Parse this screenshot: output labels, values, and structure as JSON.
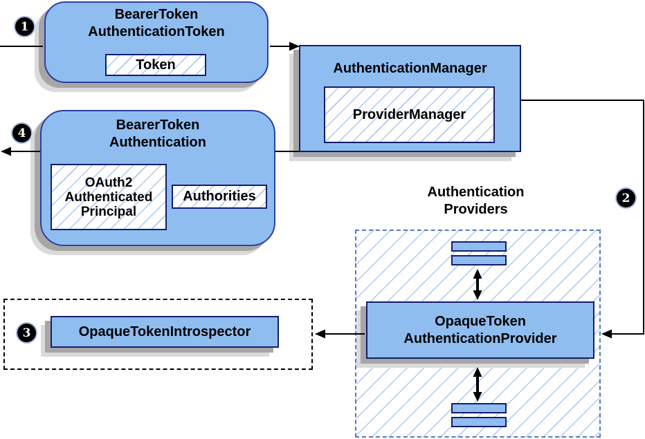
{
  "badges": {
    "step1": "1",
    "step2": "2",
    "step3": "3",
    "step4": "4"
  },
  "boxes": {
    "bearer_token_authentication_token": {
      "title_line1": "BearerToken",
      "title_line2": "AuthenticationToken",
      "token_label": "Token"
    },
    "authentication_manager": {
      "title": "AuthenticationManager",
      "provider_manager_label": "ProviderManager"
    },
    "bearer_token_authentication": {
      "title_line1": "BearerToken",
      "title_line2": "Authentication",
      "principal_line1": "OAuth2",
      "principal_line2": "Authenticated",
      "principal_line3": "Principal",
      "authorities_label": "Authorities"
    },
    "authentication_providers": {
      "label_line1": "Authentication",
      "label_line2": "Providers"
    },
    "opaque_token_authentication_provider": {
      "title_line1": "OpaqueToken",
      "title_line2": "AuthenticationProvider"
    },
    "opaque_token_introspector": {
      "label": "OpaqueTokenIntrospector"
    }
  },
  "colors": {
    "node_fill": "#8fbdf0",
    "node_border": "#131c6b",
    "rounded_border": "#2c3fa3",
    "hatch_line": "#a9c9f1",
    "dashed_blue_border": "#4f79c5",
    "shadow_dark": "#a6a6a6",
    "shadow_light": "#dadada",
    "arrow": "#000000",
    "badge_bg": "#000000",
    "badge_text": "#ffffff"
  }
}
